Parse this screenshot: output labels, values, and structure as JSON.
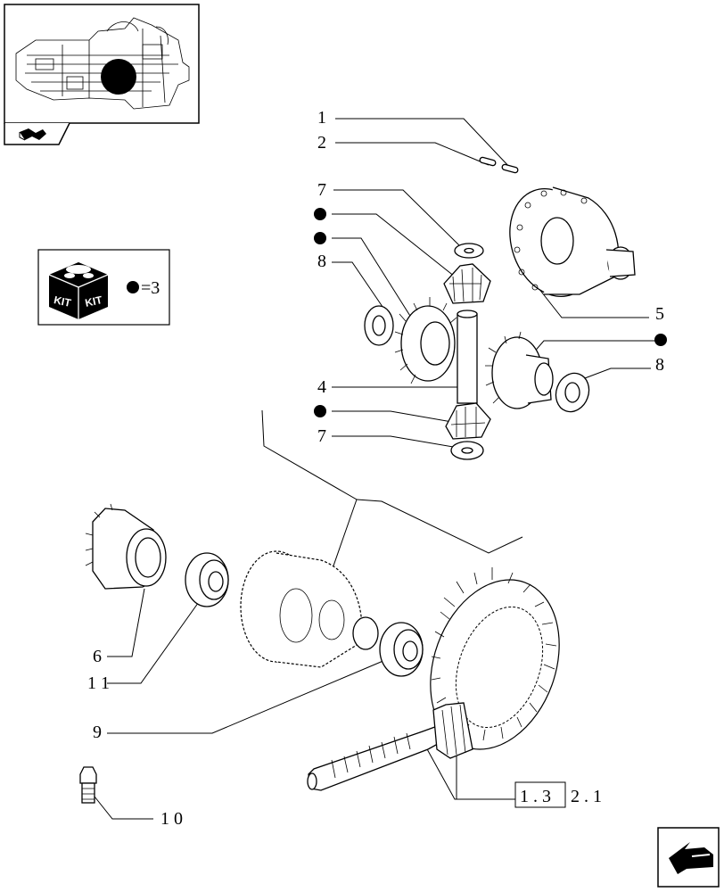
{
  "legend": {
    "kit_word": "KIT",
    "equals_text": "=3"
  },
  "callouts": [
    {
      "id": "c1",
      "text": "1"
    },
    {
      "id": "c2",
      "text": "2"
    },
    {
      "id": "c7a",
      "text": "7"
    },
    {
      "id": "c8a",
      "text": "8"
    },
    {
      "id": "c5",
      "text": "5"
    },
    {
      "id": "c8b",
      "text": "8"
    },
    {
      "id": "c4",
      "text": "4"
    },
    {
      "id": "c7b",
      "text": "7"
    },
    {
      "id": "c6",
      "text": "6"
    },
    {
      "id": "c11",
      "text": "1 1"
    },
    {
      "id": "c9",
      "text": "9"
    },
    {
      "id": "c10",
      "text": "1 0"
    }
  ],
  "reference": {
    "boxed": "1 . 3",
    "rest": "2 . 1"
  },
  "icons": {
    "thumbnail": "assembly-thumbnail-icon",
    "book": "book-arrow-icon",
    "kit": "kit-box-icon",
    "nav": "next-page-arrow-icon"
  }
}
